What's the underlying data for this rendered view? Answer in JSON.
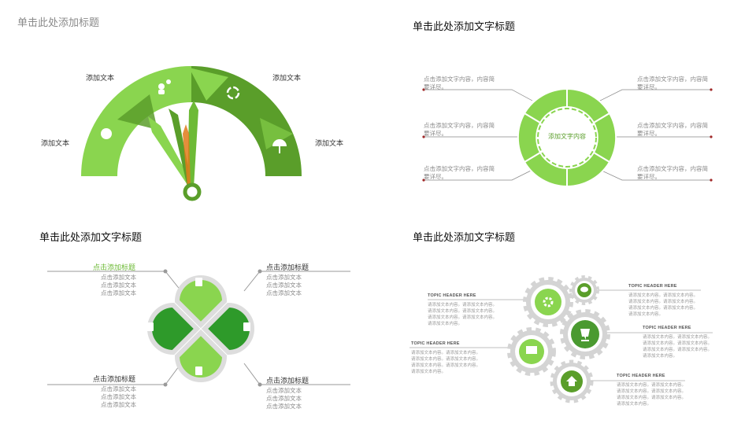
{
  "slide_title": "单击此处添加标题",
  "colors": {
    "light_green": "#8ad54f",
    "dark_green": "#5a9e2a",
    "mid_green": "#7cc242",
    "gray": "#c8c8c8",
    "accent_red": "#a02828"
  },
  "gauge": {
    "labels": [
      "添加文本",
      "添加文本",
      "添加文本",
      "添加文本"
    ],
    "icons": [
      "lightbulb-icon",
      "people-icon",
      "recycle-icon",
      "umbrella-icon"
    ]
  },
  "ring": {
    "title": "单击此处添加文字标题",
    "center": "添加文字内容",
    "left_notes": [
      "点击添加文字内容，内容简要详尽。",
      "点击添加文字内容，内容简要详尽。",
      "点击添加文字内容，内容简要详尽。"
    ],
    "right_notes": [
      "点击添加文字内容，内容简要详尽。",
      "点击添加文字内容，内容简要详尽。",
      "点击添加文字内容，内容简要详尽。"
    ]
  },
  "clover": {
    "title": "单击此处添加文字标题",
    "items": [
      {
        "heading": "点击添加标题",
        "lines": [
          "点击添加文本",
          "点击添加文本",
          "点击添加文本"
        ]
      },
      {
        "heading": "点击添加标题",
        "lines": [
          "点击添加文本",
          "点击添加文本",
          "点击添加文本"
        ]
      },
      {
        "heading": "点击添加标题",
        "lines": [
          "点击添加文本",
          "点击添加文本",
          "点击添加文本"
        ]
      },
      {
        "heading": "点击添加标题",
        "lines": [
          "点击添加文本",
          "点击添加文本",
          "点击添加文本"
        ]
      }
    ],
    "icons": [
      "document-icon",
      "document-icon",
      "document-icon",
      "document-icon"
    ]
  },
  "gears": {
    "title": "单击此处添加文字标题",
    "topics": [
      {
        "header": "TOPIC HEADER HERE",
        "body": "请添加文本内容。请添加文本内容。请添加文本内容。请添加文本内容。请添加文本内容。请添加文本内容。请添加文本内容。"
      },
      {
        "header": "TOPIC HEADER HERE",
        "body": "请添加文本内容。请添加文本内容。请添加文本内容。请添加文本内容。请添加文本内容。请添加文本内容。请添加文本内容。"
      },
      {
        "header": "TOPIC HEADER HERE",
        "body": "请添加文本内容。请添加文本内容。请添加文本内容。请添加文本内容。请添加文本内容。请添加文本内容。请添加文本内容。"
      },
      {
        "header": "TOPIC HEADER HERE",
        "body": "请添加文本内容。请添加文本内容。请添加文本内容。请添加文本内容。请添加文本内容。请添加文本内容。请添加文本内容。"
      },
      {
        "header": "TOPIC HEADER HERE",
        "body": "请添加文本内容。请添加文本内容。请添加文本内容。请添加文本内容。请添加文本内容。请添加文本内容。请添加文本内容。"
      }
    ],
    "icons": [
      "gear-icon",
      "chat-icon",
      "presentation-icon",
      "trophy-icon",
      "home-icon"
    ]
  }
}
